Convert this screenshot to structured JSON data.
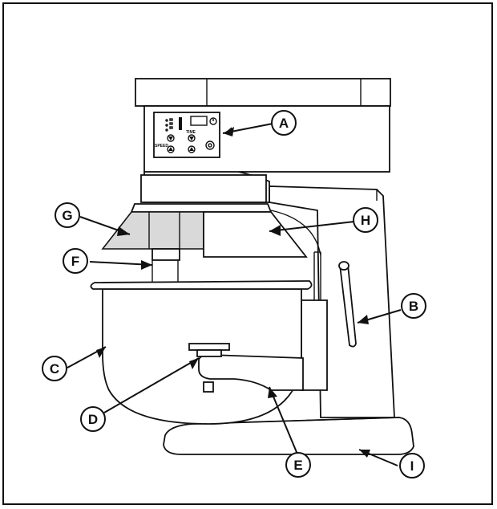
{
  "panel": {
    "speed_label": "SPEED",
    "time_label": "TIME"
  },
  "callouts": [
    {
      "id": "A",
      "letter": "A"
    },
    {
      "id": "B",
      "letter": "B"
    },
    {
      "id": "C",
      "letter": "C"
    },
    {
      "id": "D",
      "letter": "D"
    },
    {
      "id": "E",
      "letter": "E"
    },
    {
      "id": "F",
      "letter": "F"
    },
    {
      "id": "G",
      "letter": "G"
    },
    {
      "id": "H",
      "letter": "H"
    },
    {
      "id": "I",
      "letter": "I"
    }
  ],
  "colors": {
    "line": "#111111",
    "guard_tint": "#d9d9d9",
    "background": "#ffffff"
  }
}
